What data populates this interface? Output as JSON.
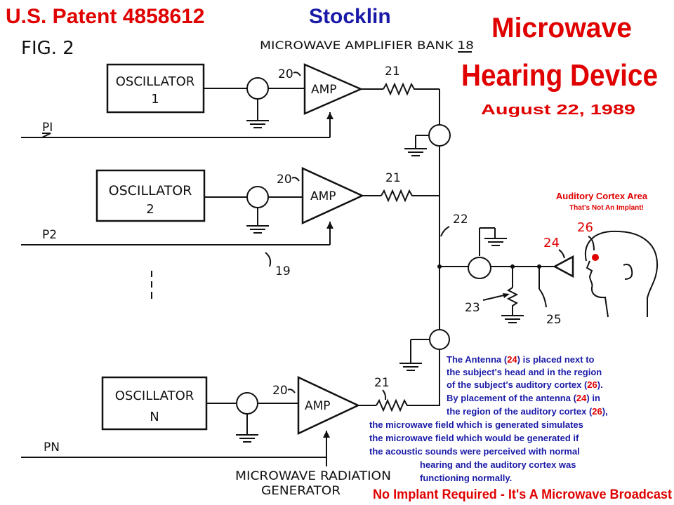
{
  "title": {
    "patent": "U.S. Patent 4858612",
    "inventor": "Stocklin",
    "headline_line1": "Microwave",
    "headline_line2": "Hearing Device",
    "date": "August 22, 1989"
  },
  "figure": {
    "label": "FIG. 2",
    "bank_label": "MICROWAVE AMPLIFIER BANK 18",
    "oscillators": [
      {
        "name": "OSCILLATOR",
        "index": "1"
      },
      {
        "name": "OSCILLATOR",
        "index": "2"
      },
      {
        "name": "OSCILLATOR",
        "index": "N"
      }
    ],
    "amp_label": "AMP",
    "inputs": [
      "PI",
      "P2",
      "PN"
    ],
    "refs": {
      "amp": "20",
      "resistor": "21",
      "bus": "22",
      "variable_resistor": "23",
      "antenna": "24",
      "lead": "25",
      "cortex": "26",
      "line": "19"
    },
    "generator_label_line1": "MICROWAVE RADIATION",
    "generator_label_line2": "GENERATOR"
  },
  "annotation": {
    "cortex_title": "Auditory Cortex Area",
    "cortex_subtitle": "That's Not An Implant!",
    "description": [
      {
        "parts": [
          "The Antenna (",
          "24",
          ") is placed next to"
        ]
      },
      {
        "parts": [
          "the subject's head and in the region"
        ]
      },
      {
        "parts": [
          "of the subject's auditory cortex (",
          "26",
          ")."
        ]
      },
      {
        "parts": [
          "By placement of the antenna (",
          "24",
          ") in"
        ]
      },
      {
        "parts": [
          "the region of the auditory cortex (",
          "26",
          "),"
        ]
      },
      {
        "parts": [
          "the microwave field which is generated simulates"
        ]
      },
      {
        "parts": [
          "the microwave field which would be generated if"
        ]
      },
      {
        "parts": [
          "the acoustic sounds were perceived with normal"
        ]
      },
      {
        "parts": [
          "hearing and the auditory cortex was"
        ]
      },
      {
        "parts": [
          "functioning normally."
        ]
      }
    ],
    "footer": "No Implant Required - It's A Microwave Broadcast"
  },
  "colors": {
    "title_red": "#e00000",
    "title_blue": "#1a1aa8",
    "ink": "#111111",
    "dot": "#e00000"
  }
}
